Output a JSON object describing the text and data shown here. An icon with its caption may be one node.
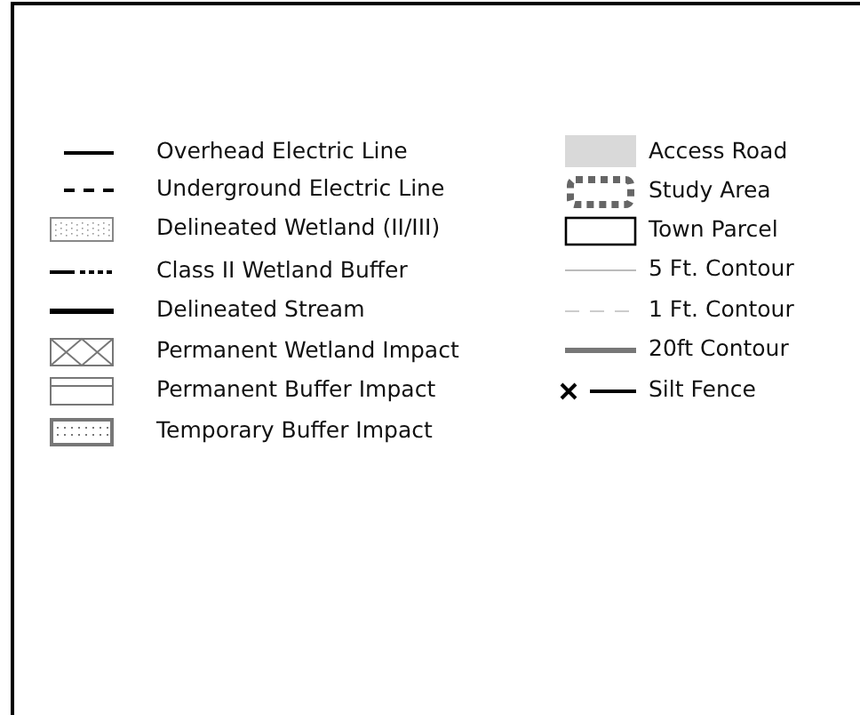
{
  "diagram": {
    "legend": [
      {
        "text": "Overhead Electric Line"
      },
      {
        "text": "Underground Electric Line"
      },
      {
        "text": "Delineated Wetland (II/III)"
      },
      {
        "text": "Class II Wetland Buffer"
      },
      {
        "text": "Delineated Stream"
      },
      {
        "text": "Permanent Wetland Impact"
      },
      {
        "text": "Permanent Buffer Impact"
      },
      {
        "text": "Temporary Buffer Impact"
      },
      {
        "text": "Access Road",
        "color": "#d9d9d9"
      },
      {
        "text": "Study Area"
      },
      {
        "text": "Town Parcel"
      },
      {
        "text": "5 Ft. Contour"
      },
      {
        "text": "1 Ft. Contour"
      },
      {
        "text": "20ft Contour"
      },
      {
        "text": "Silt Fence"
      }
    ]
  }
}
